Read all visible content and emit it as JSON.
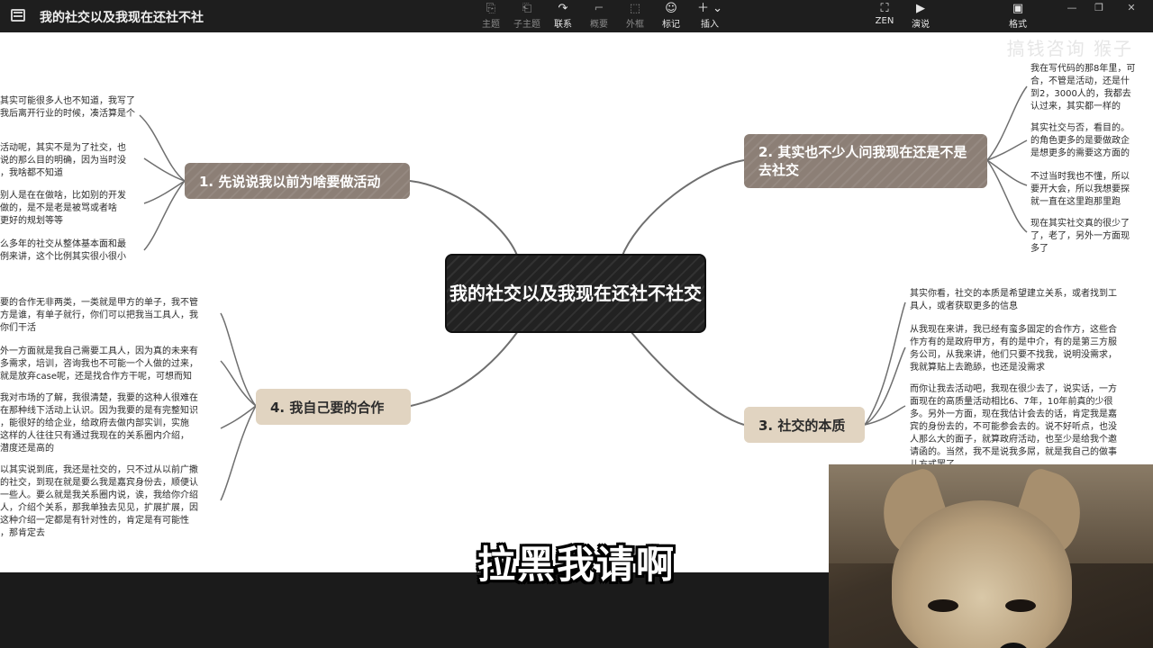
{
  "app": {
    "title": "我的社交以及我现在还社不社",
    "menu_icon": "menu-icon",
    "watermark": "搞钱咨询 猴子"
  },
  "toolbar": {
    "items": [
      {
        "label": "主题",
        "icon": "topic-icon",
        "active": false
      },
      {
        "label": "子主题",
        "icon": "subtopic-icon",
        "active": false
      },
      {
        "label": "联系",
        "icon": "relation-icon",
        "active": true
      },
      {
        "label": "概要",
        "icon": "summary-icon",
        "active": false
      },
      {
        "label": "外框",
        "icon": "boundary-icon",
        "active": false
      },
      {
        "label": "标记",
        "icon": "marker-icon",
        "active": true
      },
      {
        "label": "插入",
        "icon": "insert-icon",
        "active": true
      },
      {
        "label": "ZEN",
        "icon": "zen-icon",
        "active": true
      },
      {
        "label": "演说",
        "icon": "pitch-icon",
        "active": true
      },
      {
        "label": "格式",
        "icon": "format-icon",
        "active": true
      }
    ]
  },
  "mindmap": {
    "center": "我的社交以及我现在还社不社交",
    "branches": [
      {
        "title": "1. 先说说我以前为啥要做活动",
        "leaves": [
          "其实可能很多人也不知道，我写了\n我后离开行业的时候，凑活算是个",
          "活动呢，其实不是为了社交，也\n说的那么目的明确，因为当时没\n，我啥都不知道",
          "别人是在在做啥，比如别的开发\n做的，是不是老是被骂或者啥\n更好的规划等等",
          "么多年的社交从整体基本面和最\n例来讲，这个比例其实很小很小"
        ]
      },
      {
        "title": "2. 其实也不少人问我现在还是不是去社交",
        "leaves": [
          "我在写代码的那8年里，可\n合，不管是活动，还是什\n到2，3000人的，我都去\n认过来，其实都一样的",
          "其实社交与否，看目的。\n的角色更多的是要做政企\n是想更多的需要这方面的",
          "不过当时我也不懂，所以\n要开大会，所以我想要探\n就一直在这里跑那里跑",
          "现在其实社交真的很少了\n了，老了，另外一方面现\n多了"
        ]
      },
      {
        "title": "3. 社交的本质",
        "leaves": [
          "其实你看，社交的本质是希望建立关系，或者找到工\n具人，或者获取更多的信息",
          "从我现在来讲，我已经有蛮多固定的合作方，这些合\n作方有的是政府甲方，有的是中介，有的是第三方服\n务公司，从我来讲，他们只要不找我，说明没需求，\n我就算贴上去跪舔，也还是没需求",
          "而你让我去活动吧，我现在很少去了，说实话，一方\n面现在的高质量活动相比6、7年，10年前真的少很\n多。另外一方面，现在我估计会去的话，肯定我是嘉\n宾的身份去的，不可能参会去的。说不好听点，也没\n人那么大的面子，就算政府活动，也至少是给我个邀\n请函的。当然，我不是说我多屌，就是我自己的做事\n儿方式罢了"
        ]
      },
      {
        "title": "4. 我自己要的合作",
        "leaves": [
          "要的合作无非两类，一类就是甲方的单子，我不管\n方是谁，有单子就行，你们可以把我当工具人，我\n你们干活",
          "外一方面就是我自己需要工具人，因为真的未来有\n多需求，培训，咨询我也不可能一个人做的过来，\n就是放弃case呢，还是找合作方干呢，可想而知",
          "我对市场的了解，我很清楚，我要的这种人很难在\n在那种线下活动上认识。因为我要的是有完整知识\n，能很好的给企业，给政府去做内部实训，实施\n这样的人往往只有通过我现在的关系圈内介绍，\n潜度还是高的",
          "以其实说到底，我还是社交的，只不过从以前广撒\n的社交，到现在就是要么我是嘉宾身份去，顺便认\n一些人。要么就是我关系圈内说，诶，我给你介绍\n人，介绍个关系，那我单独去见见，扩展扩展，因\n这种介绍一定都是有针对性的，肯定是有可能性\n，那肯定去"
        ]
      }
    ]
  },
  "video": {
    "subtitle": "拉黑我请啊"
  }
}
